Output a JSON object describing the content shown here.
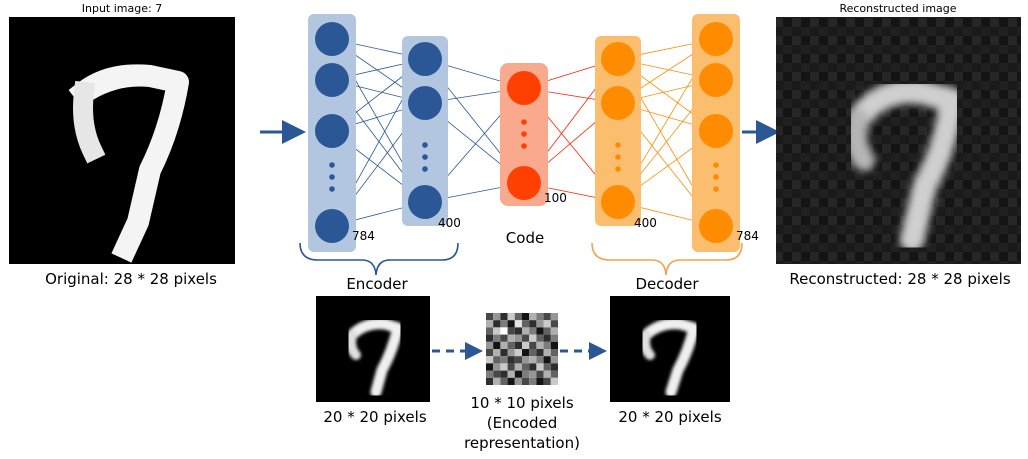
{
  "input_title": "Input image: 7",
  "input_caption": "Original: 28 * 28 pixels",
  "output_title": "Reconstructed image",
  "output_caption": "Reconstructed: 28 * 28 pixels",
  "network": {
    "layer_sizes": [
      "784",
      "400",
      "100",
      "400",
      "784"
    ],
    "code_label": "Code",
    "encoder_label": "Encoder",
    "decoder_label": "Decoder",
    "colors": {
      "encoder_node": "#2b5797",
      "encoder_layer_bg": "#b3c6e0",
      "code_node": "#ff4000",
      "code_layer_bg": "#f9a98e",
      "decoder_node": "#ff8c00",
      "decoder_layer_bg": "#fbbd6e",
      "encoder_brace": "#2b5797",
      "decoder_brace": "#f5a04a"
    }
  },
  "bottom": {
    "left_caption": "20 * 20 pixels",
    "middle_caption_line1": "10 * 10 pixels",
    "middle_caption_line2": "(Encoded",
    "middle_caption_line3": "representation)",
    "right_caption": "20 * 20 pixels"
  }
}
